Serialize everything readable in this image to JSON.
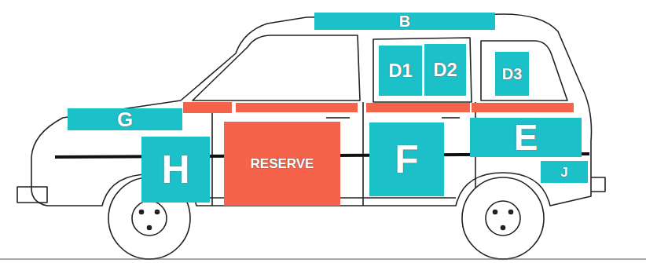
{
  "diagram": {
    "nodes": [
      {
        "text": [
          "B"
        ]
      },
      {
        "text": [
          "D1"
        ]
      },
      {
        "text": [
          "D2"
        ]
      },
      {
        "text": [
          "D3"
        ]
      },
      {
        "text": [
          "G"
        ]
      },
      {
        "text": [
          "H"
        ]
      },
      {
        "text": [
          "RESERVE"
        ]
      },
      {
        "text": [
          "F"
        ]
      },
      {
        "text": [
          "E"
        ]
      },
      {
        "text": [
          "J"
        ]
      }
    ]
  }
}
